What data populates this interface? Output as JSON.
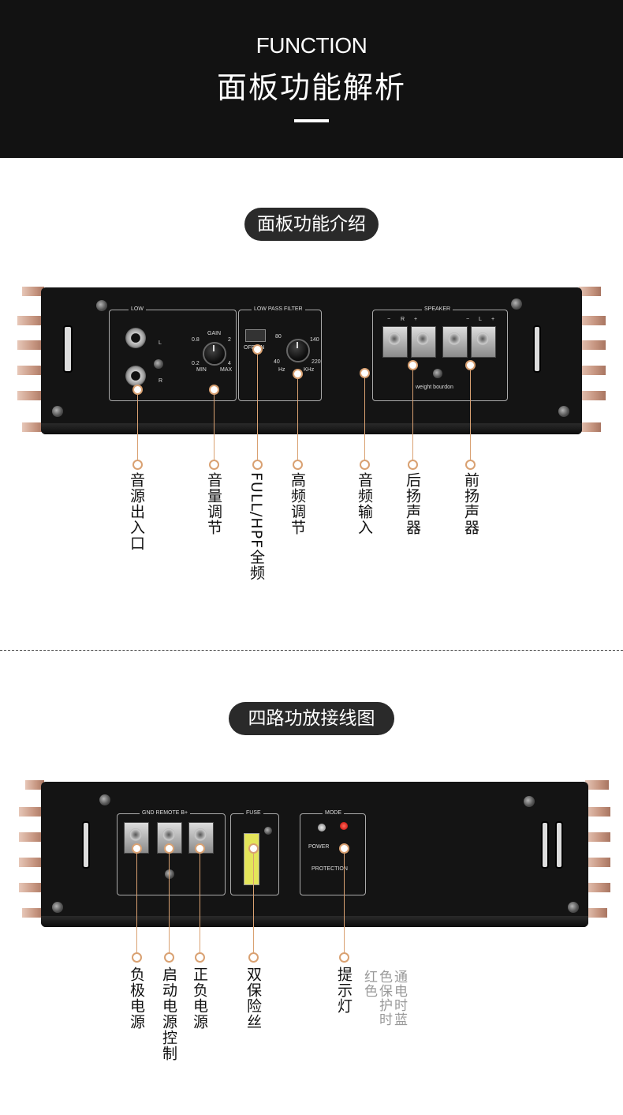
{
  "header": {
    "title_en": "FUNCTION",
    "title_cn": "面板功能解析"
  },
  "section1": {
    "pill": "面板功能介绍",
    "panel": {
      "low": "LOW",
      "l": "L",
      "r": "R",
      "gain": "GAIN",
      "gain_08": "0.8",
      "gain_2": "2",
      "gain_02": "0.2",
      "gain_4": "4",
      "min": "MIN",
      "max": "MAX",
      "lpf": "LOW PASS FILTER",
      "off_on": "OFF ON",
      "f80": "80",
      "f140": "140",
      "f40": "40",
      "f220": "220",
      "hz": "Hz",
      "khz": "KHz",
      "speaker": "SPEAKER",
      "sp_minus1": "−",
      "sp_r": "R",
      "sp_plus1": "+",
      "sp_minus2": "−",
      "sp_l": "L",
      "sp_plus2": "+",
      "brand": "weight bourdon"
    },
    "callouts": [
      "音源出入口",
      "音量调节",
      "FULL/HPF全频",
      "高频调节",
      "音频输入",
      "后扬声器",
      "前扬声器"
    ]
  },
  "section2": {
    "pill": "四路功放接线图",
    "panel": {
      "power_terms": "GND  REMOTE  B+",
      "fuse": "FUSE",
      "mode": "MODE",
      "power": "POWER",
      "protection": "PROTECTION"
    },
    "callouts": [
      "负极电源",
      "启动电源控制",
      "正负电源",
      "双保险丝",
      "提示灯"
    ],
    "note": "通电时蓝色保护时红色"
  }
}
